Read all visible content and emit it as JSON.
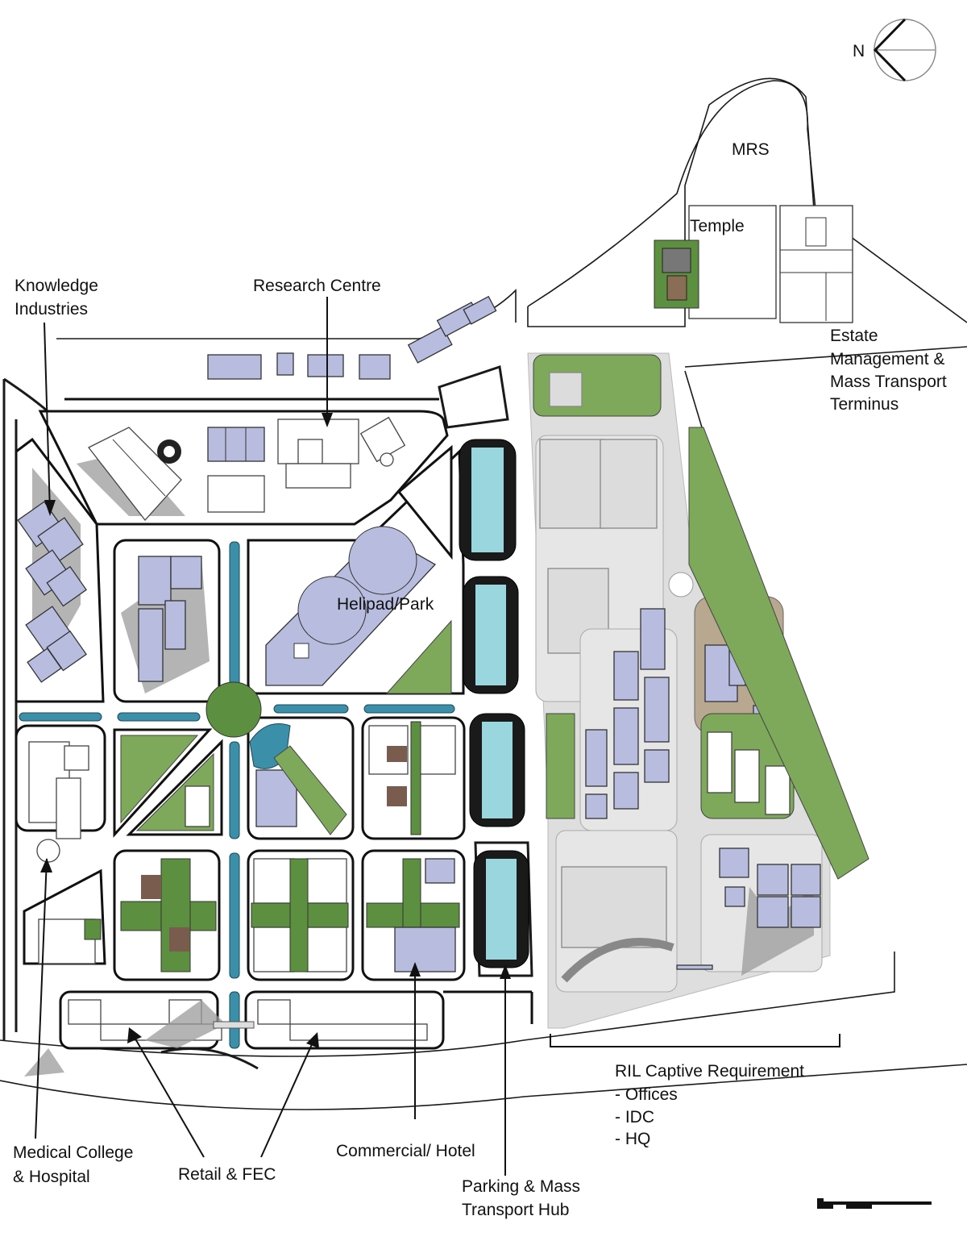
{
  "compass": {
    "north_label": "N"
  },
  "labels": {
    "mrs": "MRS",
    "temple": "Temple",
    "knowledge_industries_1": "Knowledge",
    "knowledge_industries_2": "Industries",
    "research_centre": "Research Centre",
    "estate_1": "Estate",
    "estate_2": "Management &",
    "estate_3": "Mass Transport",
    "estate_4": "Terminus",
    "helipad_park": "Helipad/Park",
    "ril_title": "RIL Captive Requirement",
    "ril_item_1": "- Offices",
    "ril_item_2": "- IDC",
    "ril_item_3": "- HQ",
    "medical_1": "Medical College",
    "medical_2": "& Hospital",
    "retail": "Retail & FEC",
    "commercial": "Commercial/ Hotel",
    "parking_1": "Parking & Mass",
    "parking_2": "Transport Hub"
  },
  "colors": {
    "building_blue": "#b8bde0",
    "greenery": "#5c8f3f",
    "water_channel": "#3b8fa8",
    "ril_zone": "#dedede",
    "shadow": "#9b9b9b"
  },
  "icons": [
    "north-arrow-icon",
    "scale-bar-icon"
  ]
}
